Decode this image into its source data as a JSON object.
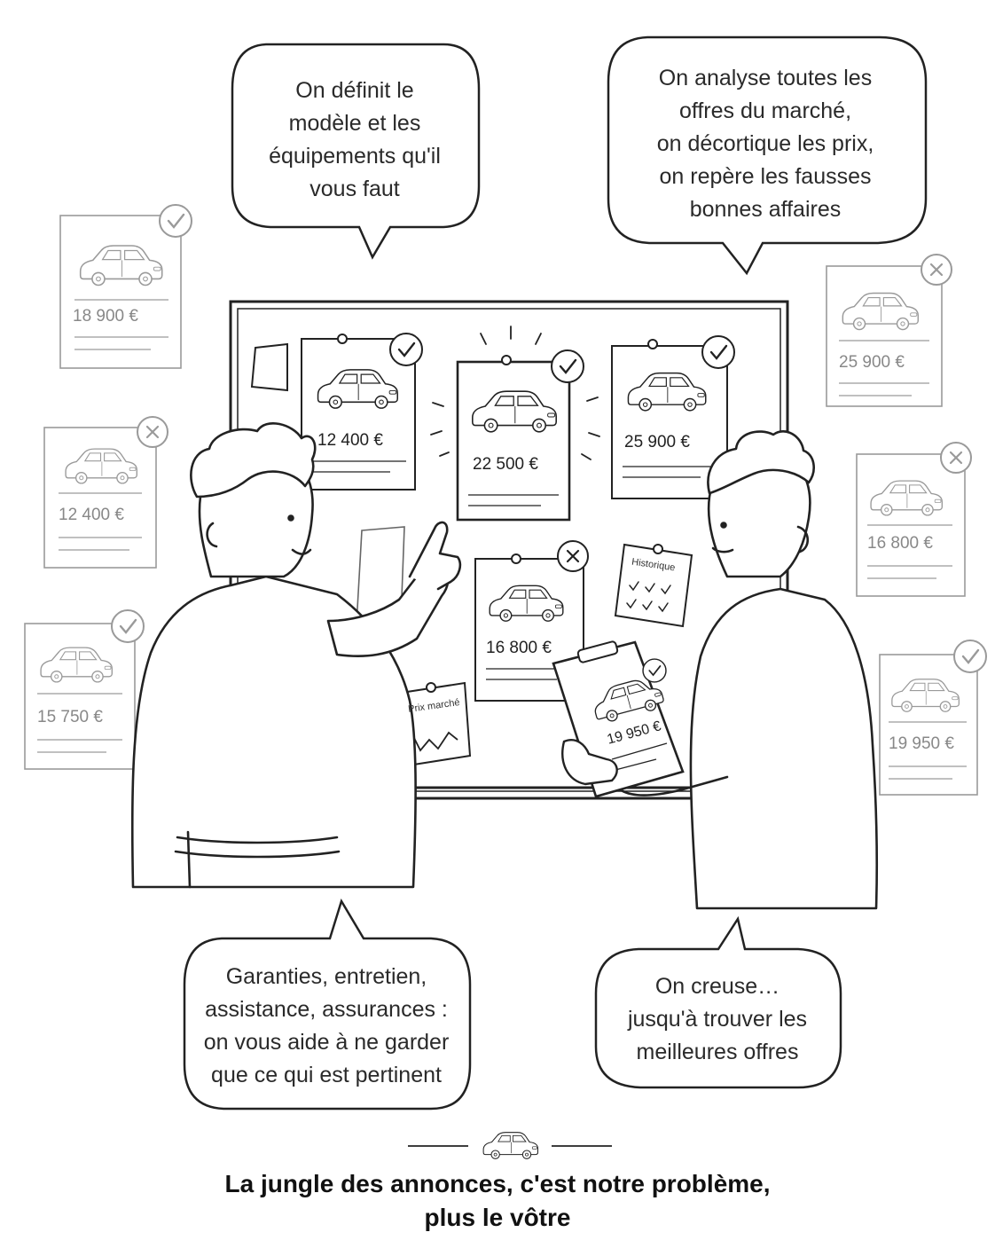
{
  "bubbles": {
    "top_left": "On définit le\nmodèle et les\néquipements qu'il\nvous faut",
    "top_right": "On analyse toutes les\noffres du marché,\non décortique les prix,\non repère les fausses\nbonnes affaires",
    "bottom_left": "Garanties, entretien,\nassistance, assurances :\non vous aide à ne garder\nque ce qui est pertinent",
    "bottom_right": "On creuse…\njusqu'à trouver les\nmeilleures offres"
  },
  "outer_listings": [
    {
      "price": "18 900 €",
      "status": "check"
    },
    {
      "price": "12 400 €",
      "status": "cross"
    },
    {
      "price": "15 750 €",
      "status": "check"
    },
    {
      "price": "25 900 €",
      "status": "cross"
    },
    {
      "price": "16 800 €",
      "status": "cross"
    },
    {
      "price": "19 950 €",
      "status": "check"
    }
  ],
  "board_listings": [
    {
      "price": "12 400 €",
      "status": "check"
    },
    {
      "price": "22 500 €",
      "status": "check"
    },
    {
      "price": "25 900 €",
      "status": "check"
    },
    {
      "price": "16 800 €",
      "status": "cross"
    }
  ],
  "notes": {
    "historique": "Historique",
    "prix_marche": "Prix marché"
  },
  "clipboard": {
    "price": "19 950 €",
    "status": "check"
  },
  "tagline": "La jungle des annonces, c'est notre problème,\nplus le vôtre",
  "icons": {
    "status_ok": "check-icon",
    "status_rejected": "cross-icon",
    "car": "car-icon"
  },
  "colors": {
    "ink": "#222222",
    "faded_ink": "#9a9a9a",
    "paper": "#ffffff"
  }
}
